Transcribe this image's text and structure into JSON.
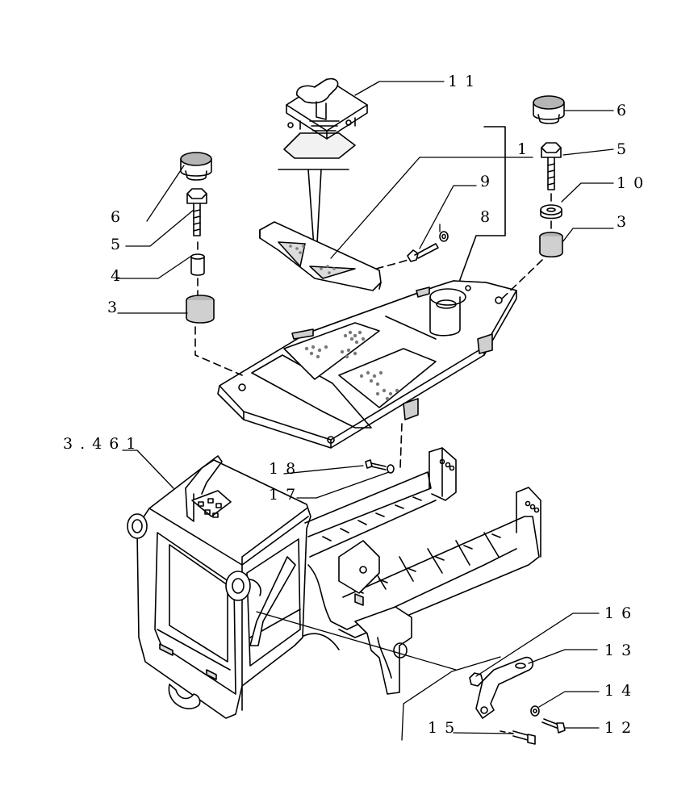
{
  "callouts": {
    "c11": "11",
    "c1": "1",
    "c6_right": "6",
    "c5_right": "5",
    "c10": "10",
    "c3_right": "3",
    "c9": "9",
    "c8": "8",
    "c6_left": "6",
    "c5_left": "5",
    "c4": "4",
    "c3_left": "3",
    "c3461": "3.461",
    "c18": "18",
    "c17": "17",
    "c16": "16",
    "c13": "13",
    "c14": "14",
    "c15": "15",
    "c12": "12"
  },
  "colors": {
    "ink": "#000000",
    "part_fill": "#ffffff",
    "shade": "#b5b5b5",
    "grille": "#7a7a7a"
  }
}
